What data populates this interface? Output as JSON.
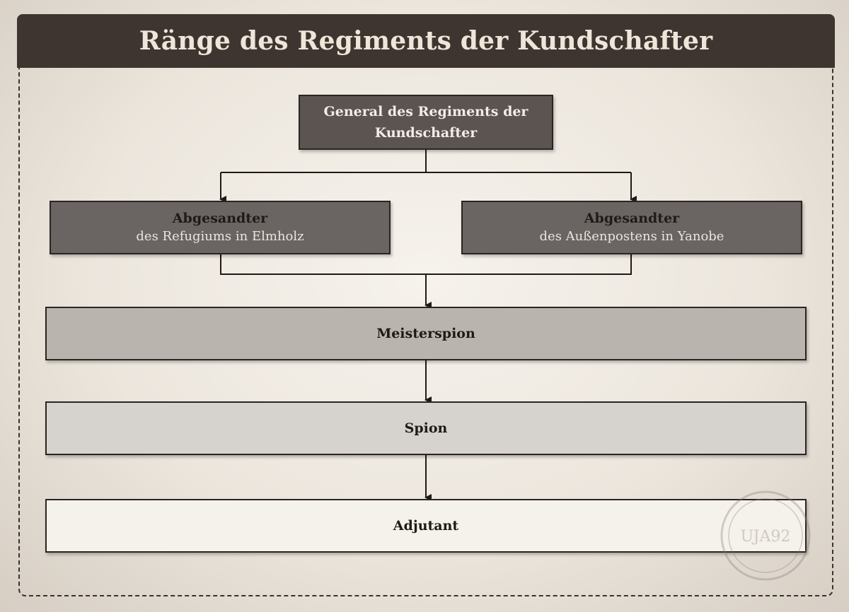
{
  "title": "Ränge des Regiments der Kundschafter",
  "nodes": {
    "general": "General des Regiments der Kundschafter",
    "envoy_left": {
      "title": "Abgesandter",
      "subtitle": "des Refugiums in Elmholz"
    },
    "envoy_right": {
      "title": "Abgesandter",
      "subtitle": "des Außenpostens in Yanobe"
    },
    "master_spy": "Meisterspion",
    "spy": "Spion",
    "adjutant": "Adjutant"
  },
  "stamp_text": "UJA92",
  "colors": {
    "title_bar": "#3f3530",
    "general_box": "#5b5451",
    "envoy_box": "#6a6462",
    "master_spy_box": "#b9b4ae",
    "spy_box": "#d6d2cd",
    "adjutant_box": "#f5f1eb"
  }
}
